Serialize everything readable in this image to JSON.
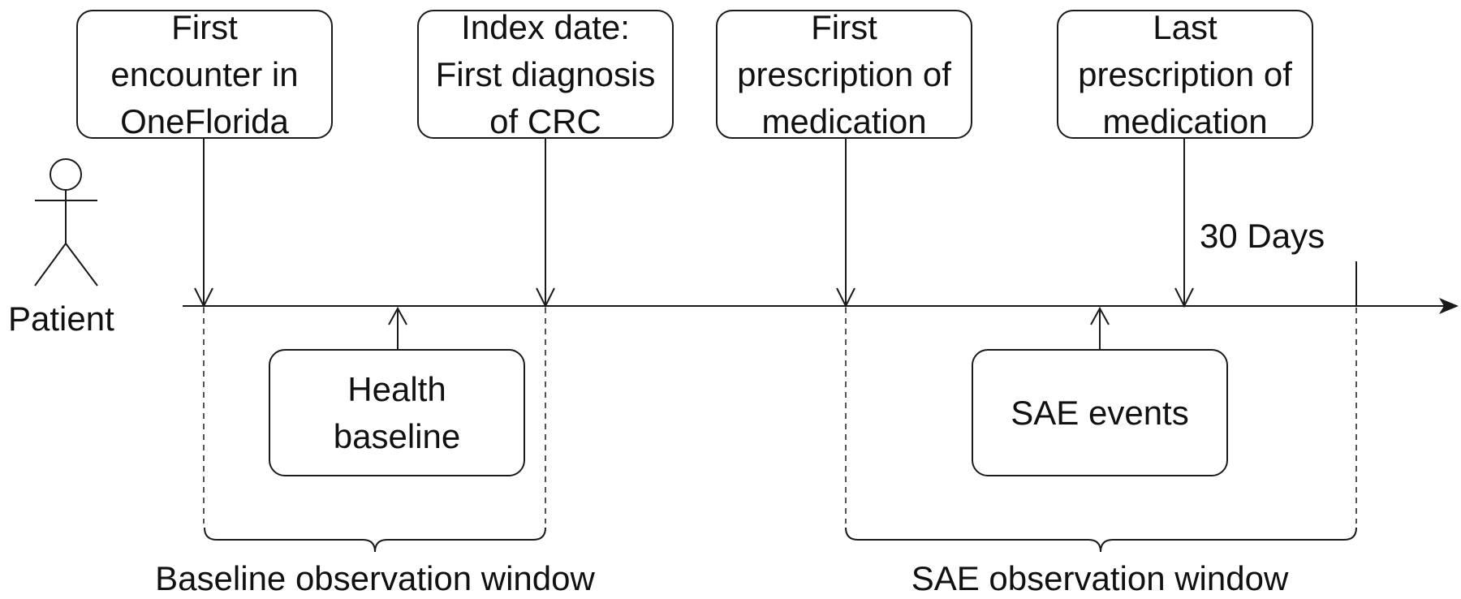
{
  "diagram": {
    "actor": {
      "label": "Patient",
      "icon": "stick-figure-icon"
    },
    "events_top": [
      {
        "id": "first-encounter",
        "text": "First\nencounter in\nOneFlorida"
      },
      {
        "id": "index-date",
        "text": "Index date:\nFirst diagnosis\nof CRC"
      },
      {
        "id": "first-prescription",
        "text": "First\nprescription of\nmedication"
      },
      {
        "id": "last-prescription",
        "text": "Last\nprescription of\nmedication"
      }
    ],
    "events_bottom": [
      {
        "id": "health-baseline",
        "text": "Health\nbaseline"
      },
      {
        "id": "sae-events",
        "text": "SAE events"
      }
    ],
    "gap_label": "30 Days",
    "windows": [
      {
        "id": "baseline-window",
        "label": "Baseline observation window"
      },
      {
        "id": "sae-window",
        "label": "SAE observation window"
      }
    ],
    "colors": {
      "line": "#1a1a1a",
      "dashed": "#555555",
      "background": "#ffffff"
    }
  }
}
